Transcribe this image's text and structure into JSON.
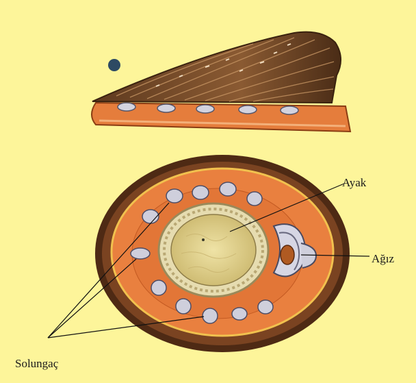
{
  "labels": {
    "foot": "Ayak",
    "mouth": "Ağız",
    "gills": "Solungaç"
  },
  "colors": {
    "background": "#fdf59a",
    "shell": "#7a4a26",
    "mantle": "#e9803f",
    "foot": "#ddd18a",
    "gill": "#c9c9d8",
    "marker_dot": "#2d4a63"
  }
}
